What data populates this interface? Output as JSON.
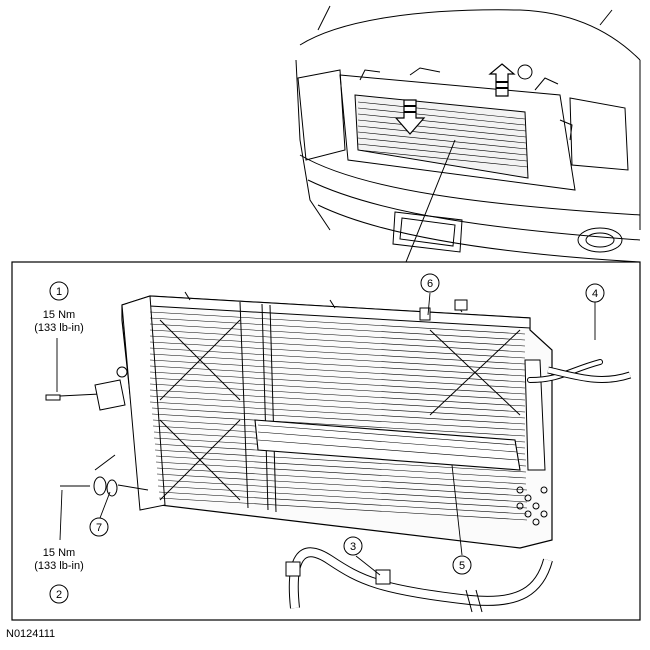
{
  "figure_id": "N0124111",
  "callouts": {
    "c1": "1",
    "c2": "2",
    "c3": "3",
    "c4": "4",
    "c5": "5",
    "c6": "6",
    "c7": "7"
  },
  "torque": {
    "top_nm": "15 Nm",
    "top_lbin": "(133 lb-in)",
    "bottom_nm": "15 Nm",
    "bottom_lbin": "(133 lb-in)"
  }
}
